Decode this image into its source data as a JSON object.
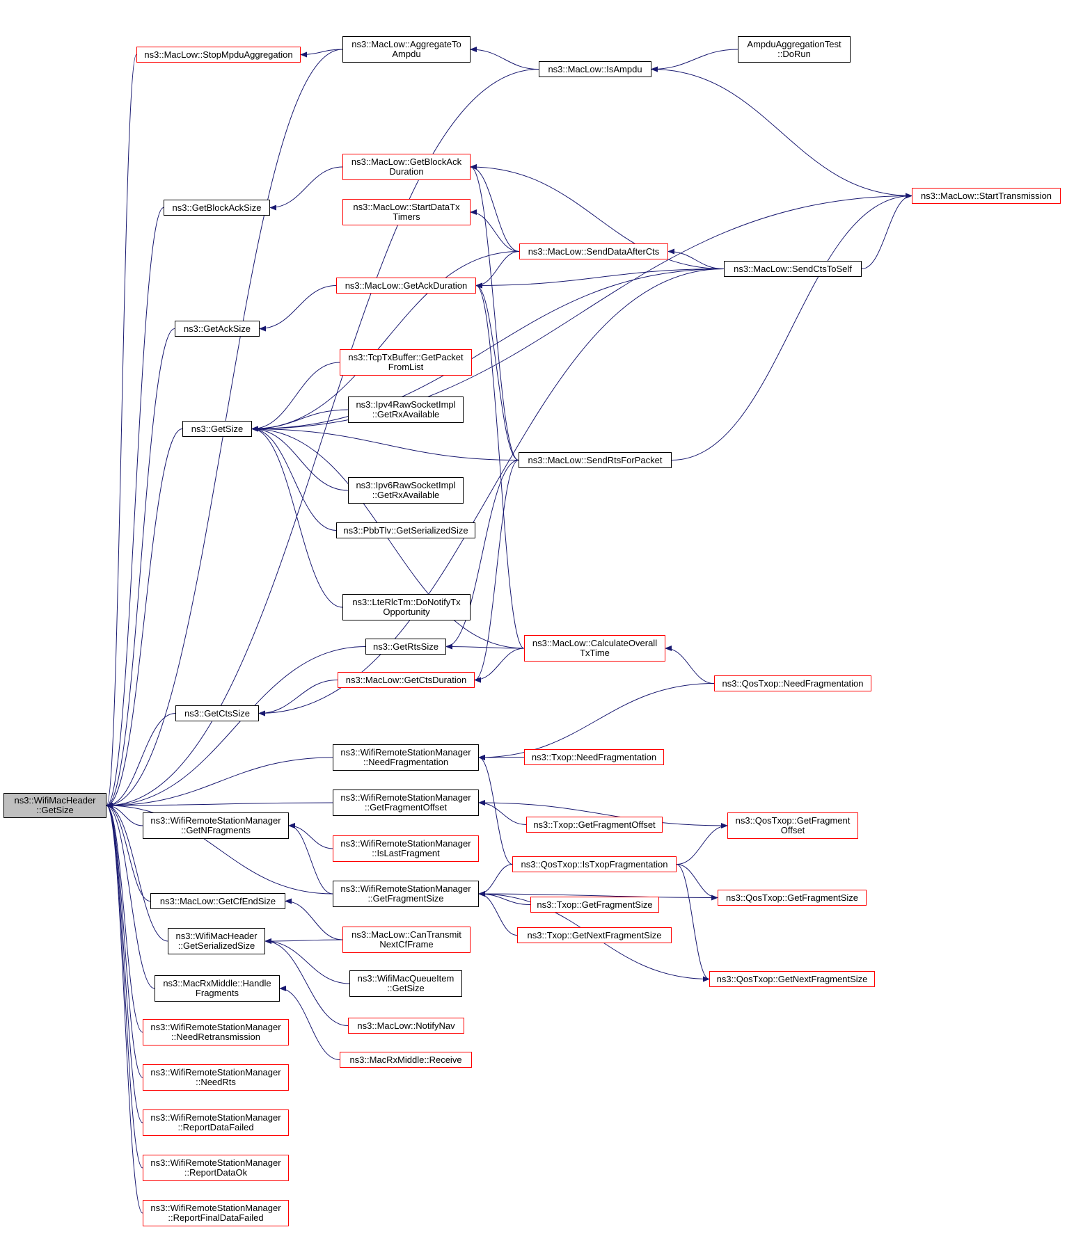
{
  "graph": {
    "colors": {
      "edge": "#191970",
      "red_border": "#ff0000",
      "black_border": "#000000",
      "root_fill": "#bfbfbf"
    },
    "root": "n_root",
    "nodes": [
      {
        "id": "n_root",
        "lines": [
          "ns3::WifiMacHeader",
          "::GetSize"
        ],
        "style": "root"
      },
      {
        "id": "n_stopmpdu",
        "lines": [
          "ns3::MacLow::StopMpduAggregation"
        ],
        "style": "red"
      },
      {
        "id": "n_aggrampdu",
        "lines": [
          "ns3::MacLow::AggregateTo",
          "Ampdu"
        ],
        "style": "black"
      },
      {
        "id": "n_isampdu",
        "lines": [
          "ns3::MacLow::IsAmpdu"
        ],
        "style": "black"
      },
      {
        "id": "n_ampdutest",
        "lines": [
          "AmpduAggregationTest",
          "::DoRun"
        ],
        "style": "black"
      },
      {
        "id": "n_getbaduration",
        "lines": [
          "ns3::MacLow::GetBlockAck",
          "Duration"
        ],
        "style": "red"
      },
      {
        "id": "n_starttx",
        "lines": [
          "ns3::MacLow::StartTransmission"
        ],
        "style": "red"
      },
      {
        "id": "n_getbasize",
        "lines": [
          "ns3::GetBlockAckSize"
        ],
        "style": "black"
      },
      {
        "id": "n_startdatatx",
        "lines": [
          "ns3::MacLow::StartDataTx",
          "Timers"
        ],
        "style": "red"
      },
      {
        "id": "n_senddataaftercts",
        "lines": [
          "ns3::MacLow::SendDataAfterCts"
        ],
        "style": "red"
      },
      {
        "id": "n_sendctstoself",
        "lines": [
          "ns3::MacLow::SendCtsToSelf"
        ],
        "style": "black"
      },
      {
        "id": "n_getackduration",
        "lines": [
          "ns3::MacLow::GetAckDuration"
        ],
        "style": "red"
      },
      {
        "id": "n_getacksize",
        "lines": [
          "ns3::GetAckSize"
        ],
        "style": "black"
      },
      {
        "id": "n_tcptxbuf",
        "lines": [
          "ns3::TcpTxBuffer::GetPacket",
          "FromList"
        ],
        "style": "red"
      },
      {
        "id": "n_ipv4raw",
        "lines": [
          "ns3::Ipv4RawSocketImpl",
          "::GetRxAvailable"
        ],
        "style": "black"
      },
      {
        "id": "n_getsize",
        "lines": [
          "ns3::GetSize"
        ],
        "style": "black"
      },
      {
        "id": "n_sendrtsforpacket",
        "lines": [
          "ns3::MacLow::SendRtsForPacket"
        ],
        "style": "black"
      },
      {
        "id": "n_ipv6raw",
        "lines": [
          "ns3::Ipv6RawSocketImpl",
          "::GetRxAvailable"
        ],
        "style": "black"
      },
      {
        "id": "n_pbbtlv",
        "lines": [
          "ns3::PbbTlv::GetSerializedSize"
        ],
        "style": "black"
      },
      {
        "id": "n_lterlctm",
        "lines": [
          "ns3::LteRlcTm::DoNotifyTx",
          "Opportunity"
        ],
        "style": "black"
      },
      {
        "id": "n_getrtssize",
        "lines": [
          "ns3::GetRtsSize"
        ],
        "style": "black"
      },
      {
        "id": "n_calcoverall",
        "lines": [
          "ns3::MacLow::CalculateOverall",
          "TxTime"
        ],
        "style": "red"
      },
      {
        "id": "n_getctsduration",
        "lines": [
          "ns3::MacLow::GetCtsDuration"
        ],
        "style": "red"
      },
      {
        "id": "n_qosneedfrag",
        "lines": [
          "ns3::QosTxop::NeedFragmentation"
        ],
        "style": "red"
      },
      {
        "id": "n_getctssize",
        "lines": [
          "ns3::GetCtsSize"
        ],
        "style": "black"
      },
      {
        "id": "n_wrsmneedfrag",
        "lines": [
          "ns3::WifiRemoteStationManager",
          "::NeedFragmentation"
        ],
        "style": "black"
      },
      {
        "id": "n_txopneedfrag",
        "lines": [
          "ns3::Txop::NeedFragmentation"
        ],
        "style": "red"
      },
      {
        "id": "n_wrsmfragoffset",
        "lines": [
          "ns3::WifiRemoteStationManager",
          "::GetFragmentOffset"
        ],
        "style": "black"
      },
      {
        "id": "n_wrsmgetnfrag",
        "lines": [
          "ns3::WifiRemoteStationManager",
          "::GetNFragments"
        ],
        "style": "black"
      },
      {
        "id": "n_txopfragoffset",
        "lines": [
          "ns3::Txop::GetFragmentOffset"
        ],
        "style": "red"
      },
      {
        "id": "n_qosfragoffset",
        "lines": [
          "ns3::QosTxop::GetFragment",
          "Offset"
        ],
        "style": "red"
      },
      {
        "id": "n_wrsmislastfrag",
        "lines": [
          "ns3::WifiRemoteStationManager",
          "::IsLastFragment"
        ],
        "style": "red"
      },
      {
        "id": "n_qosistxopfrag",
        "lines": [
          "ns3::QosTxop::IsTxopFragmentation"
        ],
        "style": "red"
      },
      {
        "id": "n_wrsmfragsize",
        "lines": [
          "ns3::WifiRemoteStationManager",
          "::GetFragmentSize"
        ],
        "style": "black"
      },
      {
        "id": "n_getcfendsize",
        "lines": [
          "ns3::MacLow::GetCfEndSize"
        ],
        "style": "black"
      },
      {
        "id": "n_txopfragsize",
        "lines": [
          "ns3::Txop::GetFragmentSize"
        ],
        "style": "red"
      },
      {
        "id": "n_qosfragsize",
        "lines": [
          "ns3::QosTxop::GetFragmentSize"
        ],
        "style": "red"
      },
      {
        "id": "n_wmhserialized",
        "lines": [
          "ns3::WifiMacHeader",
          "::GetSerializedSize"
        ],
        "style": "black"
      },
      {
        "id": "n_cantransmitcf",
        "lines": [
          "ns3::MacLow::CanTransmit",
          "NextCfFrame"
        ],
        "style": "red"
      },
      {
        "id": "n_txopnextfragsize",
        "lines": [
          "ns3::Txop::GetNextFragmentSize"
        ],
        "style": "red"
      },
      {
        "id": "n_wmqueueitem",
        "lines": [
          "ns3::WifiMacQueueItem",
          "::GetSize"
        ],
        "style": "black"
      },
      {
        "id": "n_macrxhandlefrag",
        "lines": [
          "ns3::MacRxMiddle::Handle",
          "Fragments"
        ],
        "style": "black"
      },
      {
        "id": "n_qosnextfragsize",
        "lines": [
          "ns3::QosTxop::GetNextFragmentSize"
        ],
        "style": "red"
      },
      {
        "id": "n_notifynav",
        "lines": [
          "ns3::MacLow::NotifyNav"
        ],
        "style": "red"
      },
      {
        "id": "n_wrsmneedretx",
        "lines": [
          "ns3::WifiRemoteStationManager",
          "::NeedRetransmission"
        ],
        "style": "red"
      },
      {
        "id": "n_macrxreceive",
        "lines": [
          "ns3::MacRxMiddle::Receive"
        ],
        "style": "red"
      },
      {
        "id": "n_wrsmneedrts",
        "lines": [
          "ns3::WifiRemoteStationManager",
          "::NeedRts"
        ],
        "style": "red"
      },
      {
        "id": "n_wrsmreportfailed",
        "lines": [
          "ns3::WifiRemoteStationManager",
          "::ReportDataFailed"
        ],
        "style": "red"
      },
      {
        "id": "n_wrsmreportok",
        "lines": [
          "ns3::WifiRemoteStationManager",
          "::ReportDataOk"
        ],
        "style": "red"
      },
      {
        "id": "n_wrsmreportfinal",
        "lines": [
          "ns3::WifiRemoteStationManager",
          "::ReportFinalDataFailed"
        ],
        "style": "red"
      }
    ],
    "edges": [
      [
        "n_aggrampdu",
        "n_root"
      ],
      [
        "n_stopmpdu",
        "n_root"
      ],
      [
        "n_isampdu",
        "n_root"
      ],
      [
        "n_getbasize",
        "n_root"
      ],
      [
        "n_getacksize",
        "n_root"
      ],
      [
        "n_getsize",
        "n_root"
      ],
      [
        "n_getrtssize",
        "n_root"
      ],
      [
        "n_getctssize",
        "n_root"
      ],
      [
        "n_wrsmneedfrag",
        "n_root"
      ],
      [
        "n_wrsmfragoffset",
        "n_root"
      ],
      [
        "n_wrsmgetnfrag",
        "n_root"
      ],
      [
        "n_wrsmfragsize",
        "n_root"
      ],
      [
        "n_getcfendsize",
        "n_root"
      ],
      [
        "n_wmhserialized",
        "n_root"
      ],
      [
        "n_macrxhandlefrag",
        "n_root"
      ],
      [
        "n_wrsmneedretx",
        "n_root"
      ],
      [
        "n_wrsmneedrts",
        "n_root"
      ],
      [
        "n_wrsmreportfailed",
        "n_root"
      ],
      [
        "n_wrsmreportok",
        "n_root"
      ],
      [
        "n_wrsmreportfinal",
        "n_root"
      ],
      [
        "n_aggrampdu",
        "n_stopmpdu"
      ],
      [
        "n_isampdu",
        "n_aggrampdu"
      ],
      [
        "n_ampdutest",
        "n_isampdu"
      ],
      [
        "n_starttx",
        "n_isampdu"
      ],
      [
        "n_getbaduration",
        "n_getbasize"
      ],
      [
        "n_senddataaftercts",
        "n_getbaduration"
      ],
      [
        "n_sendctstoself",
        "n_getbaduration"
      ],
      [
        "n_sendrtsforpacket",
        "n_getbaduration"
      ],
      [
        "n_senddataaftercts",
        "n_startdatatx"
      ],
      [
        "n_sendctstoself",
        "n_senddataaftercts"
      ],
      [
        "n_sendctstoself",
        "n_starttx"
      ],
      [
        "n_sendrtsforpacket",
        "n_starttx"
      ],
      [
        "n_senddataaftercts",
        "n_getackduration"
      ],
      [
        "n_sendctstoself",
        "n_getackduration"
      ],
      [
        "n_sendrtsforpacket",
        "n_getackduration"
      ],
      [
        "n_calcoverall",
        "n_getackduration"
      ],
      [
        "n_getackduration",
        "n_getacksize"
      ],
      [
        "n_starttx",
        "n_getsize"
      ],
      [
        "n_senddataaftercts",
        "n_getsize"
      ],
      [
        "n_sendctstoself",
        "n_getsize"
      ],
      [
        "n_tcptxbuf",
        "n_getsize"
      ],
      [
        "n_ipv4raw",
        "n_getsize"
      ],
      [
        "n_ipv6raw",
        "n_getsize"
      ],
      [
        "n_pbbtlv",
        "n_getsize"
      ],
      [
        "n_lterlctm",
        "n_getsize"
      ],
      [
        "n_sendrtsforpacket",
        "n_getsize"
      ],
      [
        "n_calcoverall",
        "n_getsize"
      ],
      [
        "n_sendrtsforpacket",
        "n_getrtssize"
      ],
      [
        "n_calcoverall",
        "n_getrtssize"
      ],
      [
        "n_getctsduration",
        "n_getctssize"
      ],
      [
        "n_sendrtsforpacket",
        "n_getctsduration"
      ],
      [
        "n_calcoverall",
        "n_getctsduration"
      ],
      [
        "n_sendctstoself",
        "n_getctssize"
      ],
      [
        "n_qosneedfrag",
        "n_calcoverall"
      ],
      [
        "n_qosneedfrag",
        "n_wrsmneedfrag"
      ],
      [
        "n_txopneedfrag",
        "n_wrsmneedfrag"
      ],
      [
        "n_qosistxopfrag",
        "n_wrsmneedfrag"
      ],
      [
        "n_qosfragoffset",
        "n_wrsmfragoffset"
      ],
      [
        "n_txopfragoffset",
        "n_wrsmfragoffset"
      ],
      [
        "n_qosistxopfrag",
        "n_qosfragoffset"
      ],
      [
        "n_wrsmfragsize",
        "n_wrsmgetnfrag"
      ],
      [
        "n_wrsmislastfrag",
        "n_wrsmgetnfrag"
      ],
      [
        "n_qosistxopfrag",
        "n_wrsmfragsize"
      ],
      [
        "n_txopfragsize",
        "n_wrsmfragsize"
      ],
      [
        "n_txopnextfragsize",
        "n_wrsmfragsize"
      ],
      [
        "n_qosfragsize",
        "n_wrsmfragsize"
      ],
      [
        "n_qosnextfragsize",
        "n_wrsmfragsize"
      ],
      [
        "n_qosistxopfrag",
        "n_qosfragsize"
      ],
      [
        "n_qosistxopfrag",
        "n_qosnextfragsize"
      ],
      [
        "n_cantransmitcf",
        "n_getcfendsize"
      ],
      [
        "n_cantransmitcf",
        "n_wmhserialized"
      ],
      [
        "n_wmqueueitem",
        "n_wmhserialized"
      ],
      [
        "n_notifynav",
        "n_wmhserialized"
      ],
      [
        "n_macrxreceive",
        "n_macrxhandlefrag"
      ]
    ]
  }
}
